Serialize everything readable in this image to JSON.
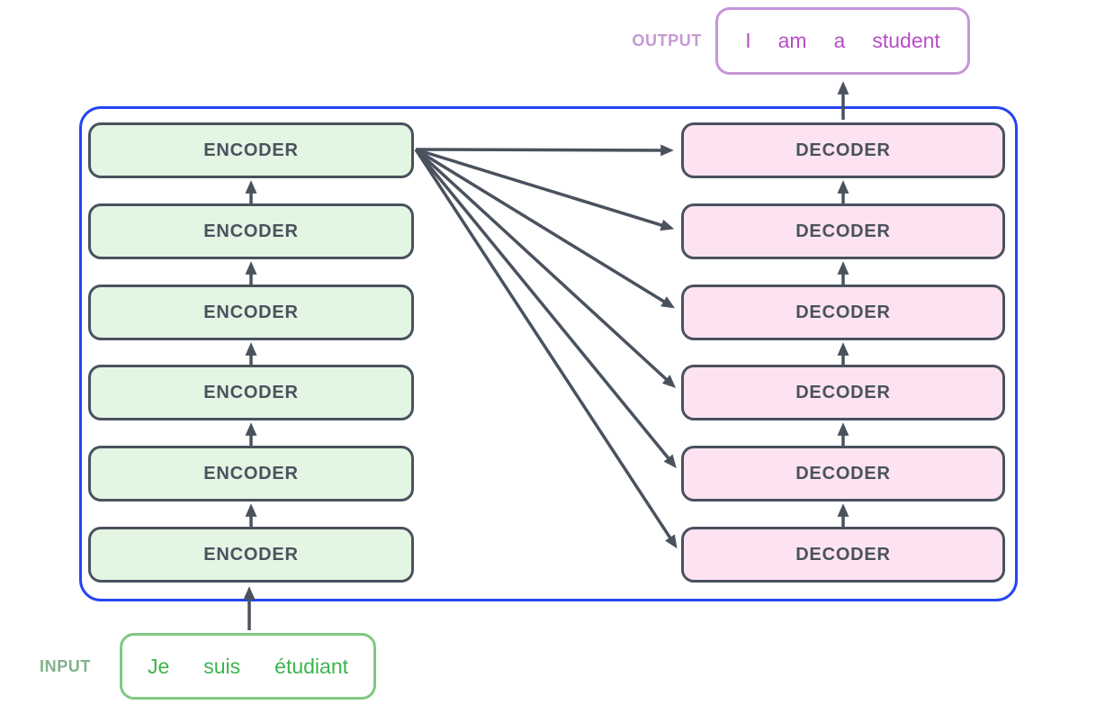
{
  "diagram": {
    "labels": {
      "output": "OUTPUT",
      "input": "INPUT"
    },
    "output_words": [
      "I",
      "am",
      "a",
      "student"
    ],
    "input_words": [
      "Je",
      "suis",
      "étudiant"
    ],
    "encoders": [
      "ENCODER",
      "ENCODER",
      "ENCODER",
      "ENCODER",
      "ENCODER",
      "ENCODER"
    ],
    "decoders": [
      "DECODER",
      "DECODER",
      "DECODER",
      "DECODER",
      "DECODER",
      "DECODER"
    ],
    "colors": {
      "frame_blue": "#2545f2",
      "box_border_gray": "#4a525e",
      "encoder_fill": "#e3f5e3",
      "decoder_fill": "#fde3f1",
      "arrow_gray": "#4a525e",
      "output_text": "#b84ec7",
      "output_border": "#c795d8",
      "output_label": "#c49ad4",
      "input_text": "#3cb44c",
      "input_border": "#7ec983",
      "input_label": "#81b28a"
    }
  }
}
